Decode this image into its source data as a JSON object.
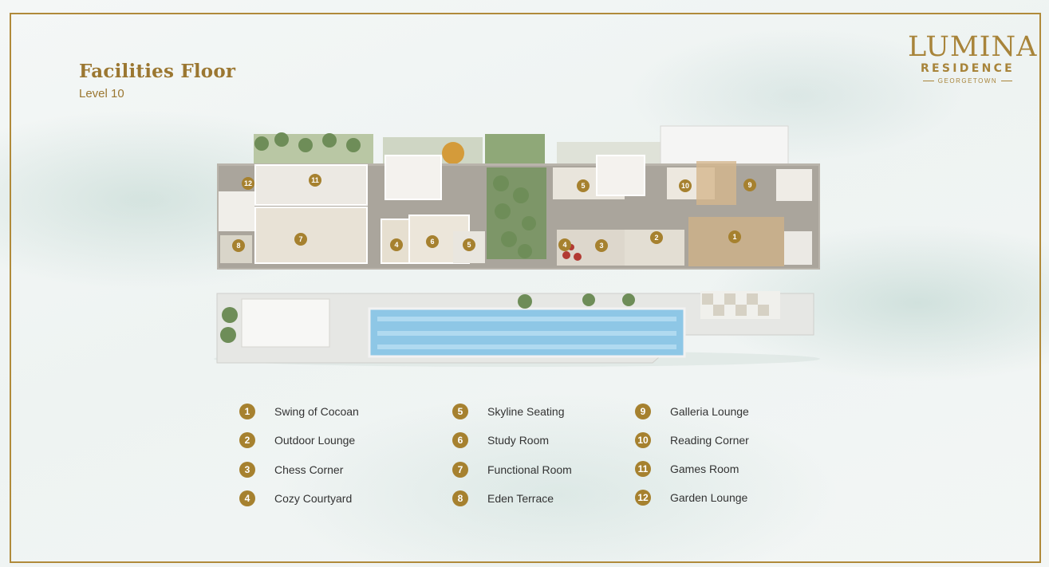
{
  "header": {
    "title": "Facilities Floor",
    "subtitle": "Level 10"
  },
  "logo": {
    "name": "LUMINA",
    "line2": "RESIDENCE",
    "location": "GEORGETOWN"
  },
  "plan_markers": [
    "12",
    "11",
    "7",
    "8",
    "4",
    "6",
    "5",
    "5",
    "10",
    "9",
    "4",
    "3",
    "2",
    "1"
  ],
  "legend": [
    {
      "number": "1",
      "label": "Swing of Cocoan"
    },
    {
      "number": "2",
      "label": "Outdoor Lounge"
    },
    {
      "number": "3",
      "label": "Chess Corner"
    },
    {
      "number": "4",
      "label": "Cozy Courtyard"
    },
    {
      "number": "5",
      "label": "Skyline Seating"
    },
    {
      "number": "6",
      "label": "Study Room"
    },
    {
      "number": "7",
      "label": "Functional Room"
    },
    {
      "number": "8",
      "label": "Eden Terrace"
    },
    {
      "number": "9",
      "label": "Galleria Lounge"
    },
    {
      "number": "10",
      "label": "Reading Corner"
    },
    {
      "number": "11",
      "label": "Games Room"
    },
    {
      "number": "12",
      "label": "Garden Lounge"
    }
  ],
  "colors": {
    "gold": "#a6812f",
    "frame": "#b08a3a",
    "pool": "#8ec7e6"
  }
}
